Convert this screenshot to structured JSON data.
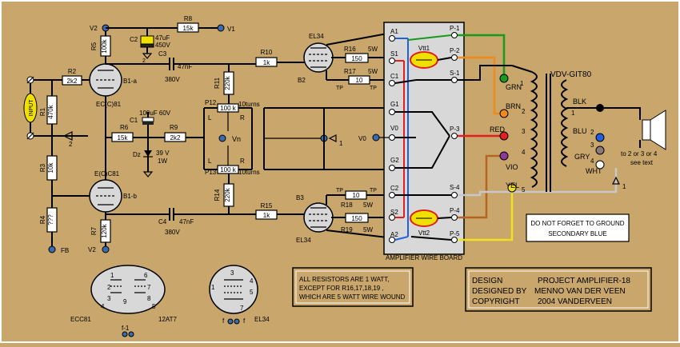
{
  "colors": {
    "background": "#c8a66c",
    "board": "#d8d8d8",
    "green": "#1a9a1a",
    "orange": "#f08a1a",
    "red": "#e02020",
    "brown": "#b5651d",
    "violet": "#8a3a9a",
    "yellow": "#f0e020",
    "grey": "#c8c8c8",
    "blue": "#2060e0",
    "connector": "#3a6ab0",
    "input": "#f0e000",
    "vtbody": "#f0e000"
  },
  "labels": {
    "input": "INPUT",
    "r1": "R1",
    "r1v": "470k",
    "r2": "R2",
    "r2v": "2k2",
    "r3": "R3",
    "r3v": "10k",
    "r4": "R4",
    "r4v": "???",
    "fb": "FB",
    "v2a": "V2",
    "v2b": "V2",
    "v1": "V1",
    "r5": "R5",
    "r5v": "100k",
    "r7": "R7",
    "r7v": "120k",
    "b1a": "B1-a",
    "b1aname": "EC(C)81",
    "b1b": "B1-b",
    "b1bname": "E(C)C81",
    "r8": "R8",
    "r8v": "15k",
    "c2": "C2",
    "c2v1": "47uF",
    "c2v2": "450V",
    "c3": "C3",
    "c3v": "47nF",
    "c3v2": "380V",
    "c4": "C4",
    "c4v": "47nF",
    "c4v2": "380V",
    "r6": "R6",
    "r6v": "15k",
    "r9": "R9",
    "r9v": "2k2",
    "c1": "C1",
    "c1v": "100uF 60V",
    "dz": "Dz",
    "dzv1": "39 V",
    "dzv2": "1W",
    "p12": "P12",
    "p12v": "100 k",
    "p12t": "10turns",
    "p13": "P13",
    "p13v": "100 k",
    "p13t": "10turns",
    "vn": "Vn",
    "l1": "L",
    "r1l": "R",
    "l2": "L",
    "r2l": "R",
    "r10": "R10",
    "r10v": "1k",
    "r11": "R11",
    "r11v": "220k",
    "r14": "R14",
    "r14v": "220k",
    "r15": "R15",
    "r15v": "1k",
    "b2": "B2",
    "b2n": "EL34",
    "b3": "B3",
    "b3n": "EL34",
    "r16": "R16",
    "r16v": "150",
    "r16w": "5W",
    "r17": "R17",
    "r17v": "10",
    "r17w": "5W",
    "tp1": "TP",
    "tp2": "TP",
    "r18": "R18",
    "r18v": "10",
    "r18w": "5W",
    "r19": "R19",
    "r19v": "150",
    "r19w": "5W",
    "tp3": "TP",
    "tp4": "TP",
    "a1": "A1",
    "s1": "S1",
    "c1p": "C1",
    "g1": "G1",
    "v0p": "V0",
    "g2": "G2",
    "c2p": "C2",
    "s2": "S2",
    "a2": "A2",
    "p1": "P-1",
    "p2": "P-2",
    "s1r": "S-1",
    "p3": "P-3",
    "s4": "S-4",
    "p4": "P-4",
    "p5": "P-5",
    "vtt1": "Vtt1",
    "vtt2": "Vtt2",
    "boardlabel": "AMPLIFIER WIRE BOARD",
    "v0": "V0",
    "out1": "1",
    "grn": "GRN",
    "brn": "BRN",
    "red": "RED",
    "vio": "VIO",
    "yel": "YEL",
    "n1": "1",
    "n2": "2",
    "n3": "3",
    "n4": "4",
    "n5": "5",
    "trafo": "VDV-GIT80",
    "blk": "BLK",
    "blu": "BLU",
    "gry": "GRY",
    "wht": "WHT",
    "s1n": "1",
    "s2n": "2",
    "s3n": "3",
    "s4n": "4",
    "spk1": "to 2 or 3 or 4",
    "spk2": "see text",
    "gnd1": "1",
    "warn1": "DO NOT FORGET TO GROUND",
    "warn2": "SECONDARY BLUE",
    "note1": "ALL RESISTORS ARE 1 WATT,",
    "note2": "EXCEPT FOR R16,17,18,19 ,",
    "note3": "WHICH ARE 5 WATT WIRE WOUND",
    "d1k": "DESIGN",
    "d1v": "PROJECT AMPLIFIER-18",
    "d2k": "DESIGNED BY",
    "d2v": "MENNO VAN DER VEEN",
    "d3k": "COPYRIGHT",
    "d3v": "2004 VANDERVEEN",
    "ecc81": "ECC81",
    "at7": "12AT7",
    "el34": "EL34",
    "f1": "f-1",
    "f2": "f",
    "f3": "f",
    "pin1": "1",
    "pin2": "2",
    "pin3": "3",
    "pin4": "4",
    "pin5": "5",
    "pin6": "6",
    "pin7": "7",
    "pin8": "8",
    "pin9": "9",
    "epin1": "1",
    "epin3": "3",
    "epin4": "4",
    "epin5": "5",
    "epin7": "7"
  }
}
